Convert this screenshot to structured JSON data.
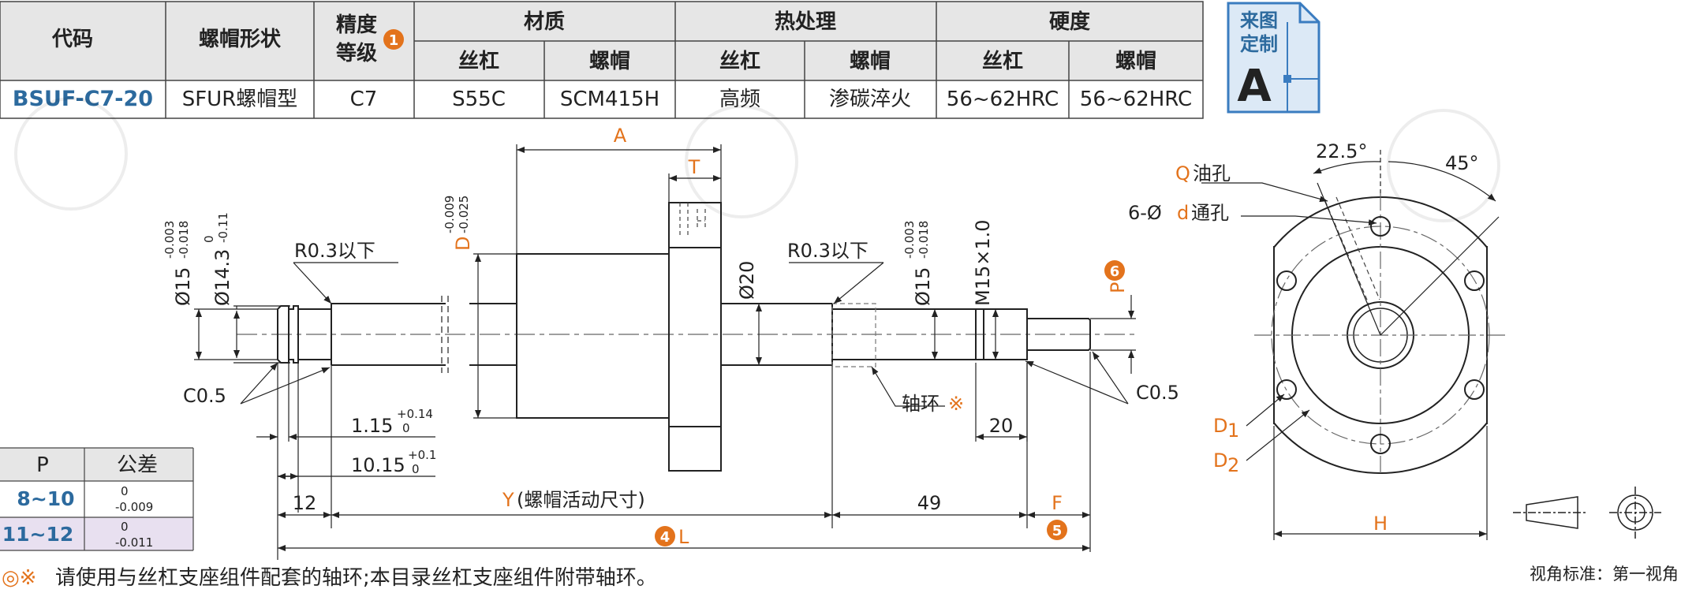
{
  "spec_table": {
    "headers": {
      "code": "代码",
      "nut_shape": "螺帽形状",
      "grade_line1": "精度",
      "grade_line2": "等级",
      "grade_marker": "1",
      "material": "材质",
      "heat": "热处理",
      "hardness": "硬度",
      "screw": "丝杠",
      "nut": "螺帽"
    },
    "row": {
      "code": "BSUF-C7-20",
      "nut_shape": "SFUR螺帽型",
      "grade": "C7",
      "mat_screw": "S55C",
      "mat_nut": "SCM415H",
      "heat_screw": "高频",
      "heat_nut": "渗碳淬火",
      "hard_screw": "56~62HRC",
      "hard_nut": "56~62HRC"
    }
  },
  "custom_badge": {
    "line1": "来图",
    "line2": "定制",
    "letter": "A"
  },
  "p_table": {
    "headers": [
      "P",
      "公差"
    ],
    "rows": [
      {
        "p": "8~10",
        "tol_upper": "0",
        "tol_lower": "-0.009"
      },
      {
        "p": "11~12",
        "tol_upper": "0",
        "tol_lower": "-0.011"
      }
    ]
  },
  "dims": {
    "A": "A",
    "T": "T",
    "D": "D",
    "D_tol_upper": "-0.009",
    "D_tol_lower": "-0.025",
    "phi15_left": "Ø15",
    "phi15_tol_upper": "-0.003",
    "phi15_tol_lower": "-0.018",
    "phi143": "Ø14.3",
    "phi143_tol_upper": "0",
    "phi143_tol_lower": "-0.11",
    "r03_left": "R0.3以下",
    "r03_right": "R0.3以下",
    "phi20": "Ø20",
    "phi15_right": "Ø15",
    "m15": "M15×1.0",
    "p6": "P",
    "p6_marker": "6",
    "c05_left": "C0.5",
    "c05_right": "C0.5",
    "collar": "轴环",
    "collar_mark": "※",
    "d115": "1.15",
    "d115_tol_upper": "+0.14",
    "d115_tol_lower": "0",
    "d1015": "10.15",
    "d1015_tol_upper": "+0.1",
    "d1015_tol_lower": "0",
    "d12": "12",
    "y": "Y",
    "y_note": "(螺帽活动尺寸)",
    "d49": "49",
    "f": "F",
    "f_marker": "5",
    "d20": "20",
    "l": "L",
    "l_marker": "4"
  },
  "end_view": {
    "angle1": "22.5°",
    "angle2": "45°",
    "q": "Q",
    "q_label": "油孔",
    "holes_prefix": "6-Ø",
    "holes_d": "d",
    "holes_label": "通孔",
    "d1": "D",
    "d1_sub": "1",
    "d2": "D",
    "d2_sub": "2",
    "h": "H"
  },
  "footer": {
    "marker": "◎※",
    "note": "请使用与丝杠支座组件配套的轴环;本目录丝杠支座组件附带轴环。",
    "view_standard": "视角标准：第一视角"
  },
  "colors": {
    "orange": "#e3731c",
    "blue": "#2c6a9e",
    "header_bg": "#e6e6e6",
    "purple_row": "#e8e0f0"
  }
}
